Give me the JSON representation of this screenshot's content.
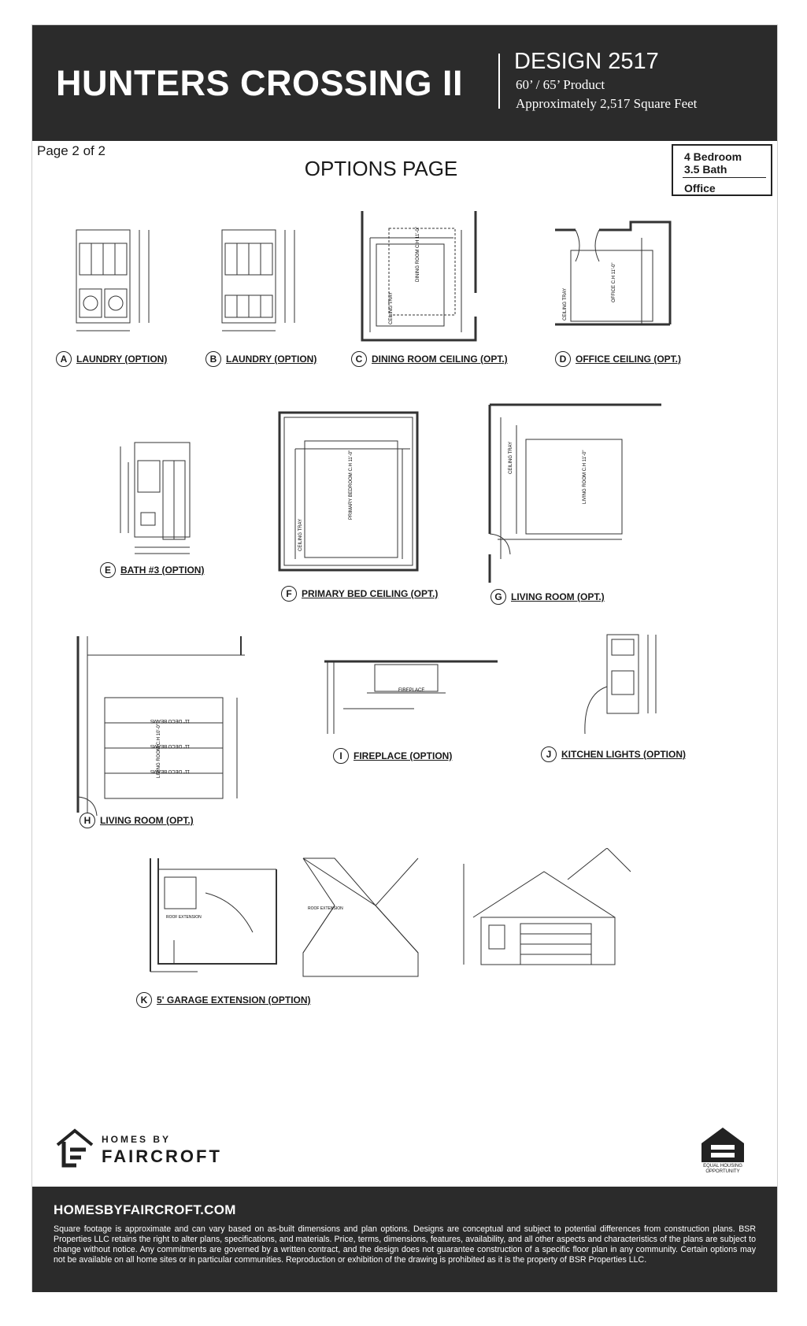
{
  "header": {
    "title": "HUNTERS CROSSING II",
    "design": "DESIGN 2517",
    "product": "60’ / 65’ Product",
    "sqft": "Approximately 2,517 Square Feet"
  },
  "page_number": "Page 2 of 2",
  "options_title": "OPTIONS PAGE",
  "info_box": {
    "bedrooms": "4   Bedroom",
    "baths": "3.5 Bath",
    "extra": "Office"
  },
  "options": [
    {
      "letter": "A",
      "label": "LAUNDRY (OPTION)"
    },
    {
      "letter": "B",
      "label": "LAUNDRY (OPTION)"
    },
    {
      "letter": "C",
      "label": "DINING ROOM CEILING (OPT.)"
    },
    {
      "letter": "D",
      "label": "OFFICE CEILING (OPT.)"
    },
    {
      "letter": "E",
      "label": "BATH #3 (OPTION)"
    },
    {
      "letter": "F",
      "label": "PRIMARY BED CEILING (OPT.)"
    },
    {
      "letter": "G",
      "label": "LIVING ROOM (OPT.)"
    },
    {
      "letter": "H",
      "label": "LIVING ROOM (OPT.)"
    },
    {
      "letter": "I",
      "label": "FIREPLACE (OPTION)"
    },
    {
      "letter": "J",
      "label": "KITCHEN LIGHTS (OPTION)"
    },
    {
      "letter": "K",
      "label": "5' GARAGE EXTENSION (OPTION)"
    }
  ],
  "drawing_labels": {
    "dining": "DINING ROOM C.H 11'-0\"",
    "office": "OFFICE C.H 11'-0\"",
    "primary": "PRIMARY BEDROOM C.H 11'-0\"",
    "living": "LIVING ROOM C.H 11'-0\"",
    "living_h": "LIVING ROOM C.H 10'-0\"",
    "deco": "11\" DECO BEAMS",
    "fireplace": "FIREPLACE",
    "roof_ext": "ROOF EXTENSION",
    "ceiling_tray": "CEILING TRAY"
  },
  "logo": {
    "homes_by": "HOMES BY",
    "brand": "FAIRCROFT"
  },
  "equal_housing": "EQUAL HOUSING OPPORTUNITY",
  "footer": {
    "url": "HOMESBYFAIRCROFT.COM",
    "disclaimer": "Square footage is approximate and can vary based on as-built dimensions and plan options. Designs are conceptual and subject to potential differences from construction plans. BSR Properties LLC retains the right to alter plans, specifications, and materials. Price, terms, dimensions, features, availability, and all other aspects and characteristics of the plans are subject to change without notice. Any commitments are governed by a written contract, and the design does not guarantee construction of a specific floor plan in any community. Certain options may not be available on all home sites or in particular communities. Reproduction or exhibition of the drawing is prohibited as it is the property of BSR Properties LLC."
  }
}
